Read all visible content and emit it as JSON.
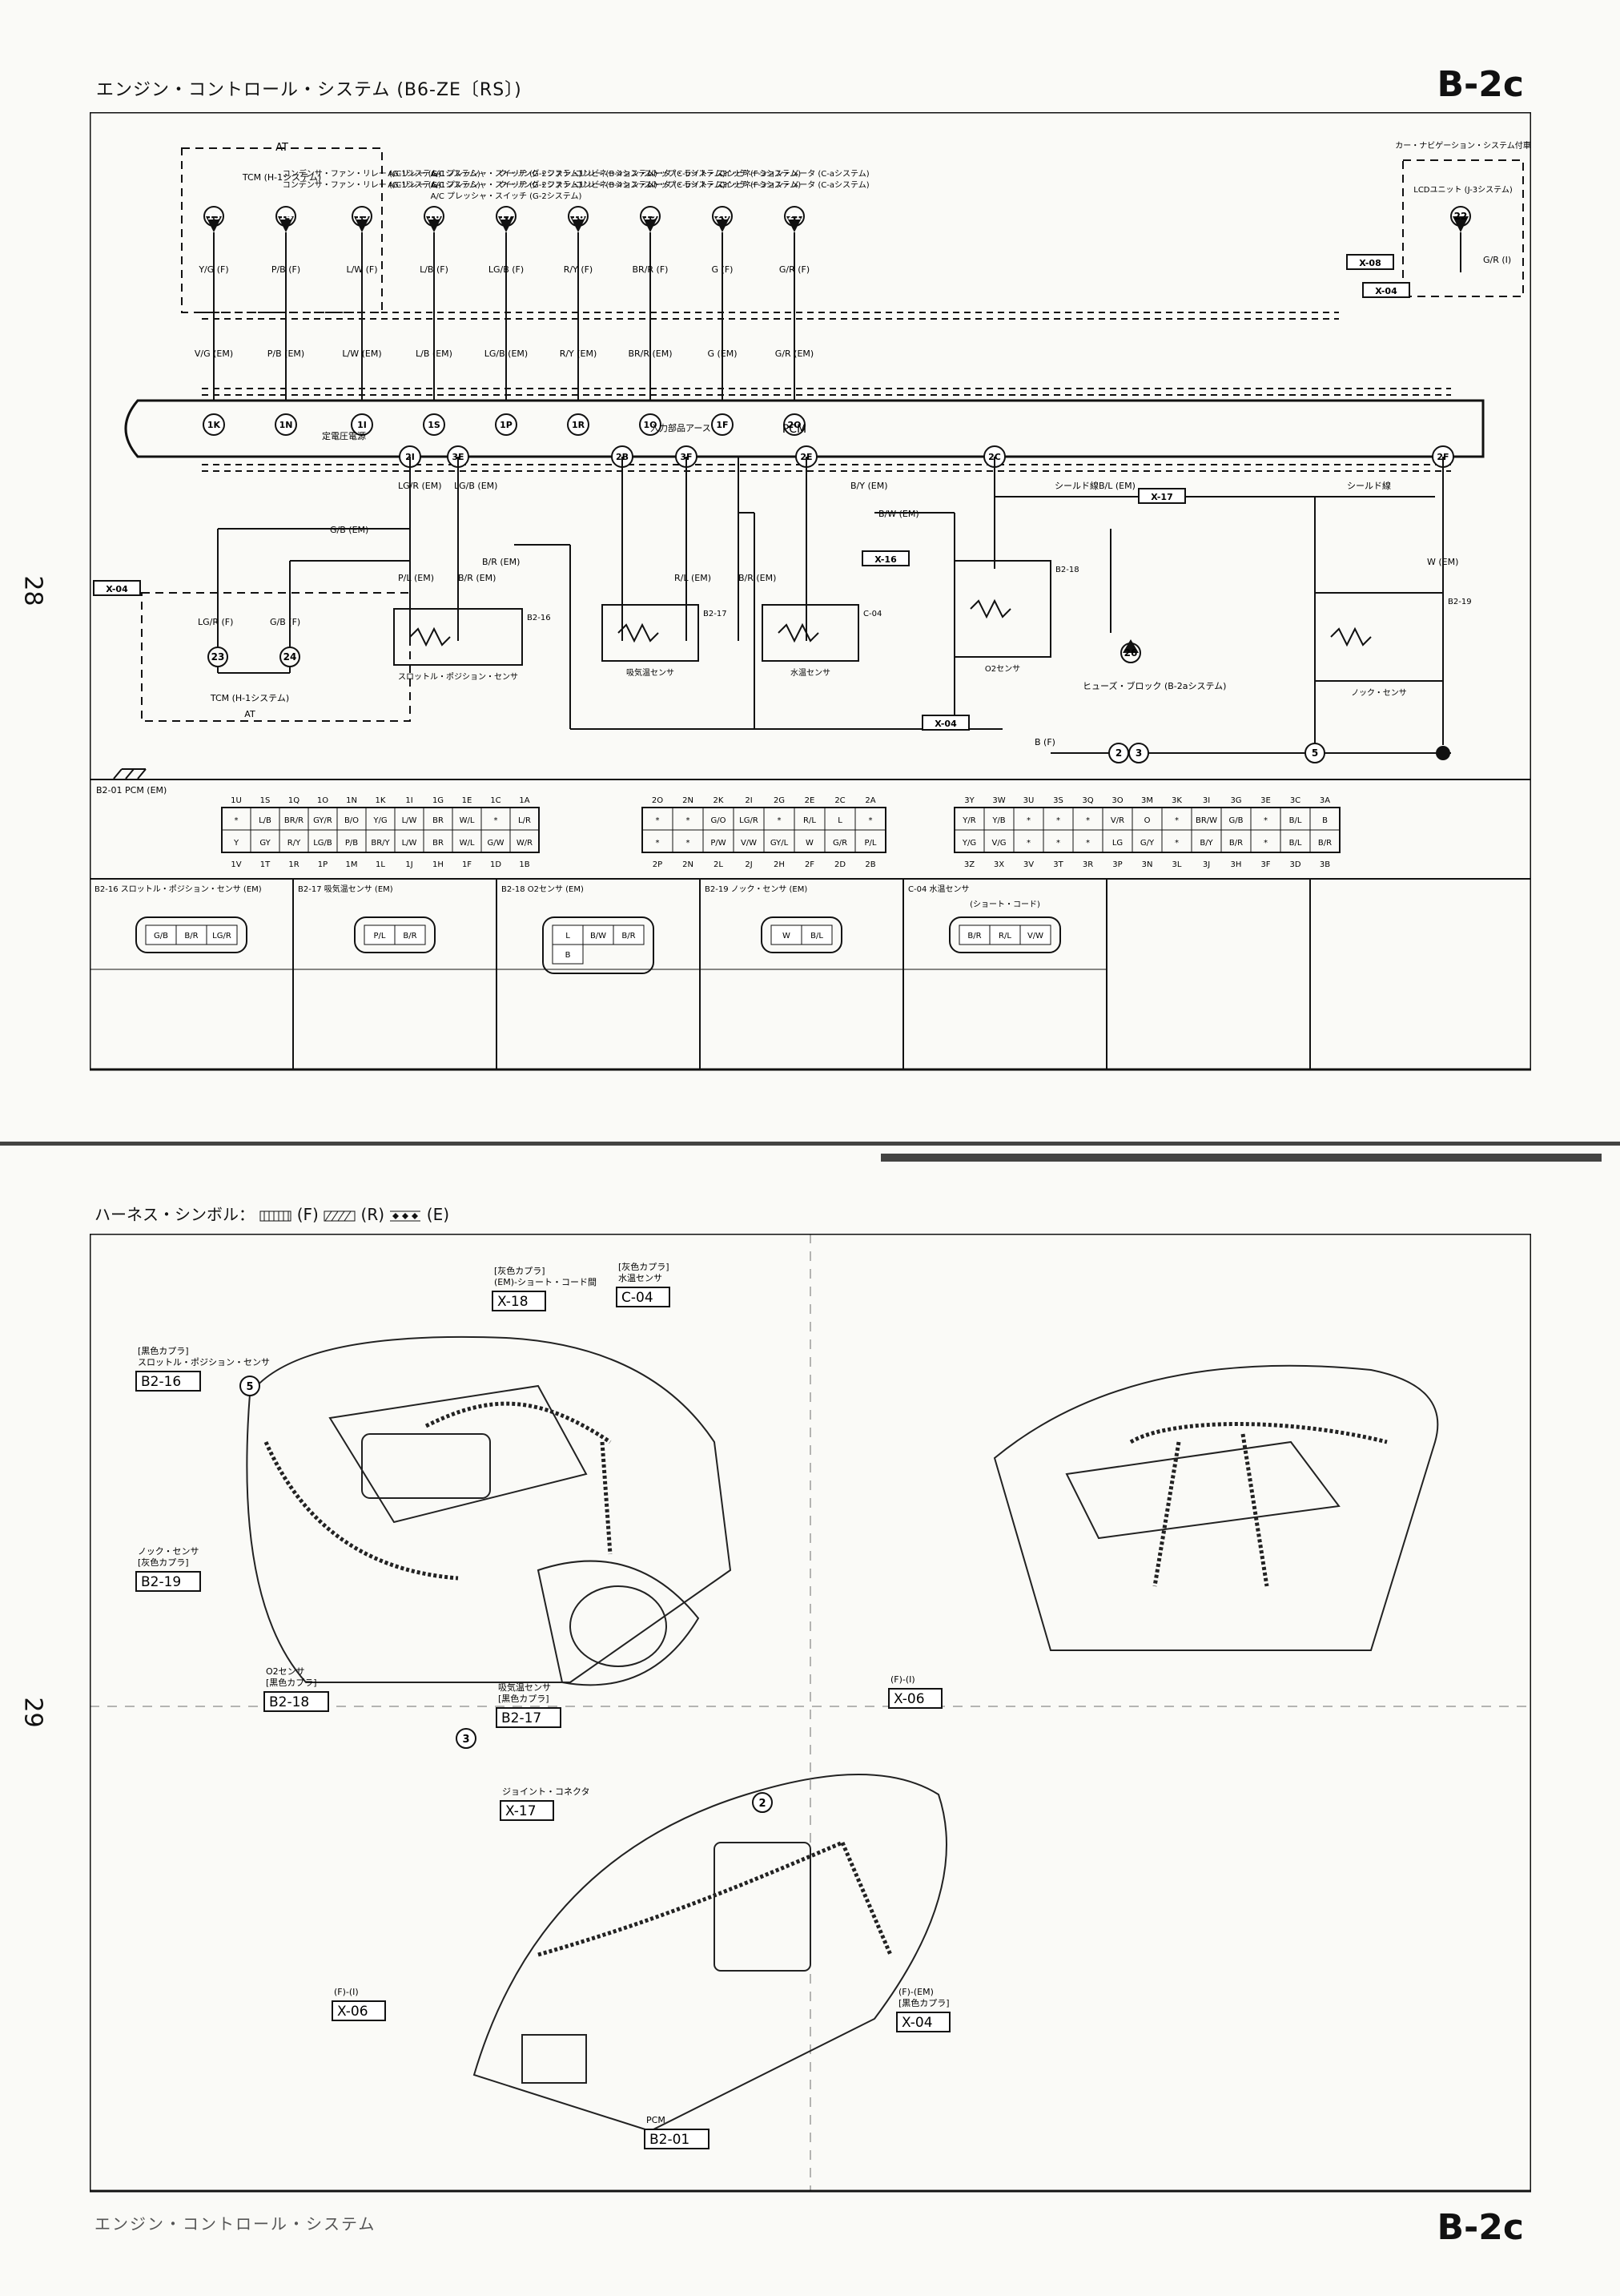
{
  "header": {
    "title": "エンジン・コントロール・システム (B6-ZE〔RS〕)",
    "page_code": "B-2c"
  },
  "page_numbers": {
    "upper": "28",
    "lower": "29"
  },
  "wiring": {
    "top_connectors": [
      {
        "num": "13",
        "name": "",
        "wire_f": "Y/G (F)",
        "wire_em": "V/G (EM)",
        "pin": "1K"
      },
      {
        "num": "14",
        "name": "",
        "wire_f": "P/B (F)",
        "wire_em": "P/B (EM)",
        "pin": "1N"
      },
      {
        "num": "15",
        "name": "コンデンサ・ファン・リレー (G-1システム)",
        "wire_f": "L/W (F)",
        "wire_em": "L/W (EM)",
        "pin": "1I"
      },
      {
        "num": "16",
        "name": "A/Cリレー (G-1システム)",
        "wire_f": "L/B (F)",
        "wire_em": "L/B (EM)",
        "pin": "1S"
      },
      {
        "num": "17",
        "name": "A/C プレッシャ・スイッチ (G-2システム)",
        "wire_f": "LG/B (F)",
        "wire_em": "LG/B (EM)",
        "pin": "1P"
      },
      {
        "num": "18",
        "name": "クーリング・ファン・リレー (B-4システム)",
        "wire_f": "R/Y (F)",
        "wire_em": "R/Y (EM)",
        "pin": "1R"
      },
      {
        "num": "19",
        "name": "コンビネーション・メータ (C-bシステム)",
        "wire_f": "BR/R (F)",
        "wire_em": "BR/R (EM)",
        "pin": "1O"
      },
      {
        "num": "20",
        "name": "ストップ・ライト・スイッチ (F-3システム)",
        "wire_f": "G (F)",
        "wire_em": "G (EM)",
        "pin": "1F"
      },
      {
        "num": "21",
        "name": "コンビネーション・メータ (C-aシステム)",
        "wire_f": "G/R (F)",
        "wire_em": "G/R (EM)",
        "pin": "2O"
      }
    ],
    "at_box": {
      "label": "AT",
      "tcm": "TCM (H-1システム)"
    },
    "nav_box": {
      "label": "カー・ナビゲーション・システム付車",
      "unit": "LCDユニット (J-3システム)",
      "num": "22",
      "wire": "G/R (I)"
    },
    "pcm_label": "PCM",
    "pcm_labels": {
      "left": "定電圧電源",
      "mid": "入力部品アース"
    },
    "mid_pins": [
      "2I",
      "3E",
      "2B",
      "3F",
      "2E",
      "2C",
      "2F"
    ],
    "shield": "シールド線",
    "connector_tags": [
      "X-08",
      "X-04",
      "X-04",
      "X-16",
      "X-17",
      "X-04"
    ],
    "sensors": [
      {
        "name": "スロットル・ポジション・センサ",
        "conn": "B2-16"
      },
      {
        "name": "吸気温センサ",
        "conn": "B2-17"
      },
      {
        "name": "水温センサ",
        "conn": "C-04"
      },
      {
        "name": "O2センサ",
        "conn": "B2-18"
      },
      {
        "name": "ノック・センサ",
        "conn": "B2-19"
      }
    ],
    "fuse_block": "ヒューズ・ブロック (B-2aシステム)",
    "fuse_num": "26",
    "ground_nums": [
      "2",
      "3",
      "5"
    ],
    "tcm_lower": {
      "nums": [
        "23",
        "24"
      ],
      "wires": [
        "LG/R (F)",
        "G/B (F)"
      ],
      "label": "TCM (H-1システム)",
      "at": "AT"
    },
    "mid_wires": [
      "LG/R (EM)",
      "LG/B (EM)",
      "G/B (EM)",
      "B/R (EM)",
      "P/L (EM)",
      "B/R (EM)",
      "R/L (EM)",
      "B/R (EM)",
      "B/Y (EM)",
      "B/L (EM)",
      "B/W (EM)",
      "W (EM)",
      "B (F)"
    ]
  },
  "pcm_table": {
    "title": "B2-01 PCM (EM)",
    "block1_top": [
      "1U",
      "1S",
      "1Q",
      "1O",
      "1N",
      "1K",
      "1I",
      "1G",
      "1E",
      "1C",
      "1A"
    ],
    "block1_row1": [
      "*",
      "L/B",
      "BR/R",
      "GY/R",
      "B/O",
      "Y/G",
      "L/W",
      "BR",
      "W/L",
      "*",
      "L/R"
    ],
    "block1_row2": [
      "Y",
      "GY",
      "R/Y",
      "LG/B",
      "P/B",
      "BR/Y",
      "L/W",
      "BR",
      "W/L",
      "G/W",
      "W/R"
    ],
    "block1_bot": [
      "1V",
      "1T",
      "1R",
      "1P",
      "1M",
      "1L",
      "1J",
      "1H",
      "1F",
      "1D",
      "1B"
    ],
    "block2_top": [
      "2O",
      "2N",
      "2K",
      "2I",
      "2G",
      "2E",
      "2C",
      "2A"
    ],
    "block2_row1": [
      "*",
      "*",
      "G/O",
      "LG/R",
      "*",
      "R/L",
      "L",
      "*"
    ],
    "block2_row2": [
      "*",
      "*",
      "P/W",
      "V/W",
      "GY/L",
      "W",
      "G/R",
      "P/L"
    ],
    "block2_bot": [
      "2P",
      "2N",
      "2L",
      "2J",
      "2H",
      "2F",
      "2D",
      "2B"
    ],
    "block3_top": [
      "3Y",
      "3W",
      "3U",
      "3S",
      "3Q",
      "3O",
      "3M",
      "3K",
      "3I",
      "3G",
      "3E",
      "3C",
      "3A"
    ],
    "block3_row1": [
      "Y/R",
      "Y/B",
      "*",
      "*",
      "*",
      "V/R",
      "O",
      "*",
      "BR/W",
      "G/B",
      "*",
      "B/L",
      "B"
    ],
    "block3_row2": [
      "Y/G",
      "V/G",
      "*",
      "*",
      "*",
      "LG",
      "G/Y",
      "*",
      "B/Y",
      "B/R",
      "*",
      "B/L",
      "B/R"
    ],
    "block3_bot": [
      "3Z",
      "3X",
      "3V",
      "3T",
      "3R",
      "3P",
      "3N",
      "3L",
      "3J",
      "3H",
      "3F",
      "3D",
      "3B"
    ]
  },
  "connector_views": [
    {
      "title": "B2-16 スロットル・ポジション・センサ (EM)",
      "pins": [
        "G/B",
        "B/R",
        "LG/R"
      ]
    },
    {
      "title": "B2-17 吸気温センサ (EM)",
      "pins": [
        "P/L",
        "B/R"
      ]
    },
    {
      "title": "B2-18 O2センサ (EM)",
      "pins": [
        "L",
        "B/W",
        "B/R",
        "B"
      ]
    },
    {
      "title": "B2-19 ノック・センサ (EM)",
      "pins": [
        "W",
        "B/L"
      ]
    },
    {
      "title": "C-04 水温センサ",
      "sub": "(ショート・コード)",
      "pins": [
        "B/R",
        "R/L",
        "V/W"
      ]
    }
  ],
  "legend": {
    "text": "ハーネス・シンボル：",
    "f": "(F)",
    "r": "(R)",
    "e": "(E)"
  },
  "harness": {
    "callouts": [
      {
        "code": "X-18",
        "desc": "[灰色カプラ] (EM)-ショート・コード間"
      },
      {
        "code": "C-04",
        "desc": "[灰色カプラ] 水温センサ"
      },
      {
        "code": "B2-16",
        "desc": "[黒色カプラ] スロットル・ポジション・センサ"
      },
      {
        "code": "B2-19",
        "desc": "ノック・センサ [灰色カプラ]"
      },
      {
        "code": "B2-18",
        "desc": "O2センサ [黒色カプラ]"
      },
      {
        "code": "B2-17",
        "desc": "吸気温センサ [黒色カプラ]"
      },
      {
        "code": "X-06",
        "desc": "(F)-(I)"
      },
      {
        "code": "X-17",
        "desc": "ジョイント・コネクタ"
      },
      {
        "code": "X-06",
        "desc": "(F)-(I)"
      },
      {
        "code": "X-04",
        "desc": "(F)-(EM) [黒色カプラ]"
      },
      {
        "code": "B2-01",
        "desc": "PCM"
      }
    ],
    "grounds": [
      "5",
      "3",
      "2"
    ]
  },
  "footer": {
    "title": "エンジン・コントロール・システム",
    "page_code": "B-2c"
  }
}
